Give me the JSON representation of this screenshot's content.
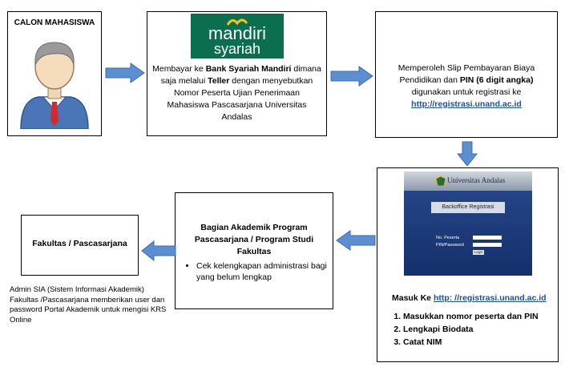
{
  "step1": {
    "title": "CALON MAHASISWA"
  },
  "step2": {
    "logo_top": "mandiri",
    "logo_bottom": "syariah",
    "text_pre": "Membayar ke ",
    "bank": "Bank Syariah Mandiri",
    "text_mid": " dimana saja melalui ",
    "teller": "Teller",
    "text_post": " dengan menyebutkan Nomor Peserta Ujian Penerimaan Mahasiswa Pascasarjana Universitas Andalas"
  },
  "step3": {
    "text_pre": "Memperoleh Slip Pembayaran Biaya Pendidikan dan ",
    "pin": "PIN (6 digit angka)",
    "text_post": " digunakan untuk registrasi ke",
    "link": "http://registrasi.unand.ac.id"
  },
  "step4": {
    "portal": {
      "university": "Universitas Andalas",
      "panel_title": "Backoffice Registrasi",
      "field1": "No. Peserta",
      "field2": "PIN/Password",
      "button": "Login"
    },
    "masuk_label": "Masuk Ke ",
    "link": "http: //registrasi.unand.ac.id",
    "steps": [
      "Masukkan nomor peserta dan PIN",
      "Lengkapi Biodata",
      "Catat NIM"
    ]
  },
  "step5": {
    "title": "Bagian Akademik Program Pascasarjana / Program Studi Fakultas",
    "bullet": "Cek kelengkapan administrasi bagi yang belum lengkap"
  },
  "step6": {
    "title": "Fakultas / Pascasarjana",
    "note": "Admin SIA (Sistem Informasi Akademik) Fakultas /Pascasarjana memberikan user dan password  Portal Akademik untuk mengisi KRS Online"
  },
  "colors": {
    "arrow": "#5b8fd0",
    "arrow_border": "#3a6cb0",
    "mandiri_green": "#0a6e4f",
    "portal_blue": "#1c3a78"
  }
}
